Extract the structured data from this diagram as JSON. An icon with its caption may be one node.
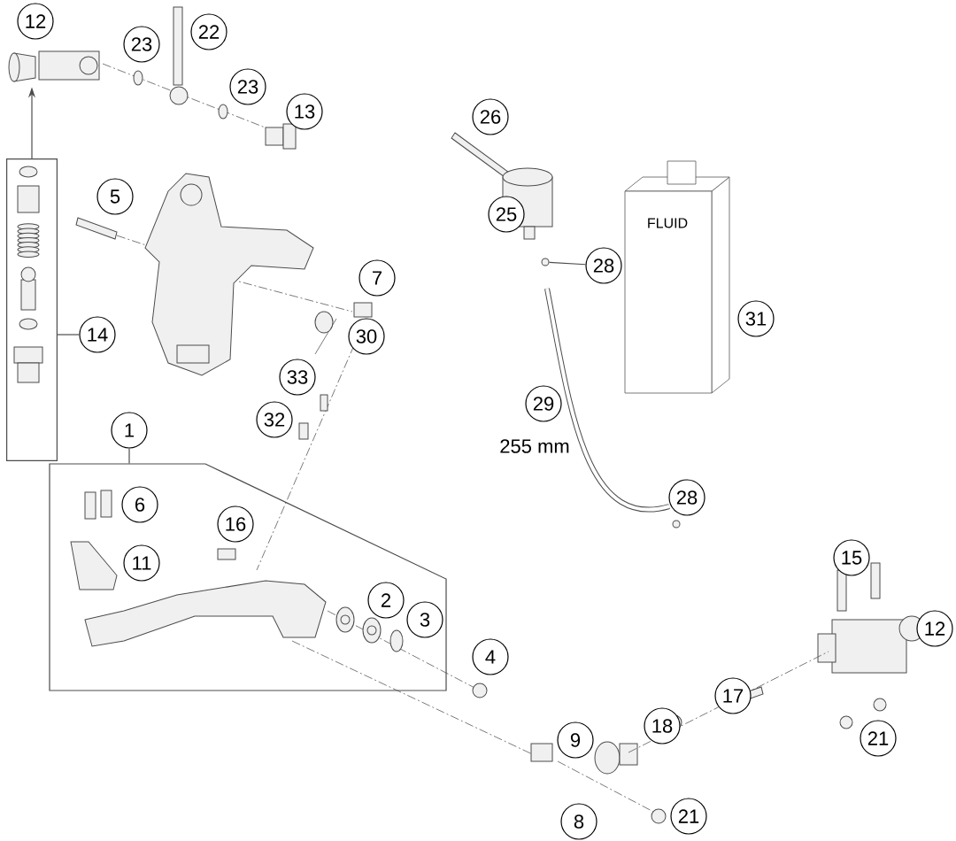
{
  "diagram": {
    "nodes": [
      {
        "text": [
          "12"
        ]
      },
      {
        "text": [],
        "shape": "picture"
      },
      {
        "text": [
          "23"
        ]
      },
      {
        "text": [
          "22"
        ]
      },
      {
        "text": [
          "23"
        ]
      },
      {
        "text": [
          "13"
        ]
      },
      {
        "text": [],
        "shape": "box"
      },
      {
        "text": [
          "5"
        ]
      },
      {
        "text": [
          "14"
        ]
      },
      {
        "text": [
          "26"
        ]
      },
      {
        "text": [
          "25"
        ]
      },
      {
        "text": [
          "28"
        ]
      },
      {
        "text": [
          "FLUID"
        ]
      },
      {
        "text": [
          "31"
        ]
      },
      {
        "text": [
          "7"
        ]
      },
      {
        "text": [
          "30"
        ]
      },
      {
        "text": [
          "33"
        ]
      },
      {
        "text": [
          "29"
        ]
      },
      {
        "text": [
          "32"
        ]
      },
      {
        "text": [
          "1"
        ]
      },
      {
        "text": [],
        "shape": "box"
      },
      {
        "text": [
          "6"
        ],
        "in": 20
      },
      {
        "text": [
          "11"
        ],
        "in": 20
      },
      {
        "text": [
          "16"
        ],
        "in": 20
      },
      {
        "text": [
          "2"
        ],
        "in": 20
      },
      {
        "text": [
          "3"
        ],
        "in": 20
      },
      {
        "text": [
          "28"
        ]
      },
      {
        "text": [
          "15"
        ]
      },
      {
        "text": [
          "4"
        ]
      },
      {
        "text": [
          "12"
        ]
      },
      {
        "text": [
          "17"
        ]
      },
      {
        "text": [
          "18"
        ]
      },
      {
        "text": [
          "9"
        ]
      },
      {
        "text": [
          "21"
        ]
      },
      {
        "text": [
          "8"
        ]
      },
      {
        "text": [
          "21"
        ]
      },
      {
        "text": [],
        "shape": "circle"
      }
    ],
    "edges": [
      {
        "from": 19,
        "to": 20,
        "arrow": "none"
      },
      {
        "from": 8,
        "to": 6,
        "arrow": "none"
      },
      {
        "from": 6,
        "to": 1,
        "arrow": "to"
      },
      {
        "from": 11,
        "to": 36,
        "arrow": "none"
      }
    ],
    "labels": [
      "255 mm"
    ]
  }
}
